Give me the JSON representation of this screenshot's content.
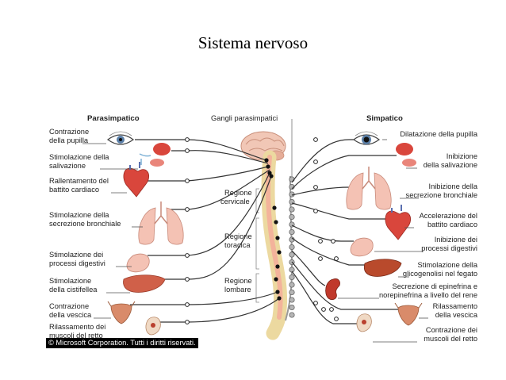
{
  "slide": {
    "title": "Sistema nervoso"
  },
  "headers": {
    "left": "Parasimpatico",
    "center": "Gangli parasimpatici",
    "right": "Simpatico"
  },
  "regions": [
    [
      "Regione",
      "cervicale"
    ],
    [
      "Regione",
      "toracica"
    ],
    [
      "Regione",
      "lombare"
    ]
  ],
  "left_labels": [
    [
      "Contrazione",
      "della pupilla"
    ],
    [
      "Stimolazione della",
      "salivazione"
    ],
    [
      "Rallentamento del",
      "battito cardiaco"
    ],
    [
      "Stimolazione della",
      "secrezione bronchiale"
    ],
    [
      "Stimolazione dei",
      "processi digestivi"
    ],
    [
      "Stimolazione",
      "della cistifellea"
    ],
    [
      "Contrazione",
      "della vescica"
    ],
    [
      "Rilassamento dei",
      "muscoli del retto"
    ]
  ],
  "right_labels": [
    [
      "Dilatazione della pupilla"
    ],
    [
      "Inibizione",
      "della salivazione"
    ],
    [
      "Inibizione della",
      "secrezione bronchiale"
    ],
    [
      "Accelerazione del",
      "battito cardiaco"
    ],
    [
      "Inibizione dei",
      "processi digestivi"
    ],
    [
      "Stimolazione della",
      "glicogenolisi nel fegato"
    ],
    [
      "Secrezione di epinefrina e",
      "norepinefrina a livello del rene"
    ],
    [
      "Rilassamento",
      "della vescica"
    ],
    [
      "Contrazione dei",
      "muscoli del retto"
    ]
  ],
  "copyright": "© Microsoft Corporation. Tutti i diritti riservati.",
  "colors": {
    "nerve_line": "#333333",
    "spine": "#ecd9a0",
    "spinal_cord": "#f3b39b",
    "ganglion": "#9a9a9a",
    "organ_red": "#d9463c",
    "organ_pink": "#f4c2b4",
    "liver": "#b94a2c"
  },
  "icons": [
    "eye-icon",
    "salivary-gland-icon",
    "heart-icon",
    "lungs-icon",
    "stomach-icon",
    "liver-icon",
    "gallbladder-icon",
    "bladder-icon",
    "rectum-icon",
    "kidney-icon",
    "brain-icon",
    "spinal-column-icon"
  ]
}
